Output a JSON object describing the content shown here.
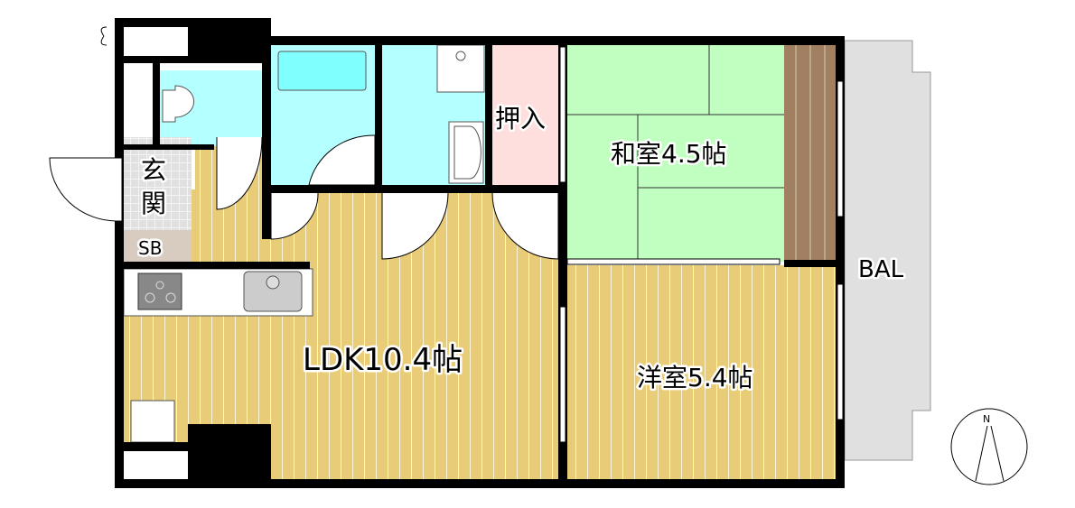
{
  "rooms": {
    "genkan": "玄関",
    "sb": "SB",
    "oshiire": "押入",
    "washitsu": "和室4.5帖",
    "ldk": "LDK10.4帖",
    "youshitsu": "洋室5.4帖",
    "balcony": "BAL"
  },
  "compass": {
    "north": "N"
  },
  "colors": {
    "wall": "#000000",
    "wood": "#e8cc78",
    "wet": "#b4ffff",
    "tub": "#80ffff",
    "tatami": "#c0ffc0",
    "tokonoma": "#a08060",
    "closet": "#ffdede",
    "genkan": "#e0e0e0",
    "sb": "#d8ccc0",
    "balcony": "#e0e0e0"
  }
}
